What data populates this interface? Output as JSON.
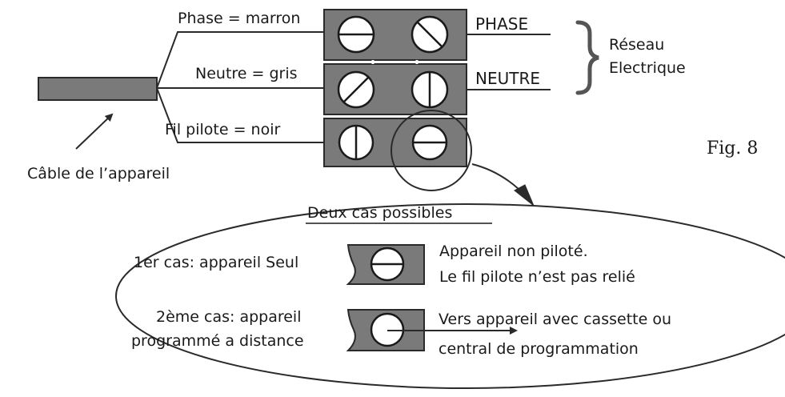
{
  "figure_label": "Fig. 8",
  "cable_label": "Câble de l’appareil",
  "wires": {
    "phase": "Phase = marron",
    "neutre": "Neutre = gris",
    "pilote": "Fil pilote = noir"
  },
  "outputs": {
    "phase": "PHASE",
    "neutre": "NEUTRE"
  },
  "network": {
    "line1": "Réseau",
    "line2": "Electrique"
  },
  "cases": {
    "heading": "Deux cas possibles",
    "case1": {
      "label": "1er cas: appareil Seul",
      "desc_line1": "Appareil non piloté.",
      "desc_line2": "Le fil pilote n’est pas relié"
    },
    "case2": {
      "label_line1": "2ème cas: appareil",
      "label_line2": "programmé a distance",
      "desc_line1": "Vers appareil avec cassette ou",
      "desc_line2": "central de programmation"
    }
  },
  "colors": {
    "terminal_block": "#7a7a7a",
    "line": "#2a2a2a"
  }
}
